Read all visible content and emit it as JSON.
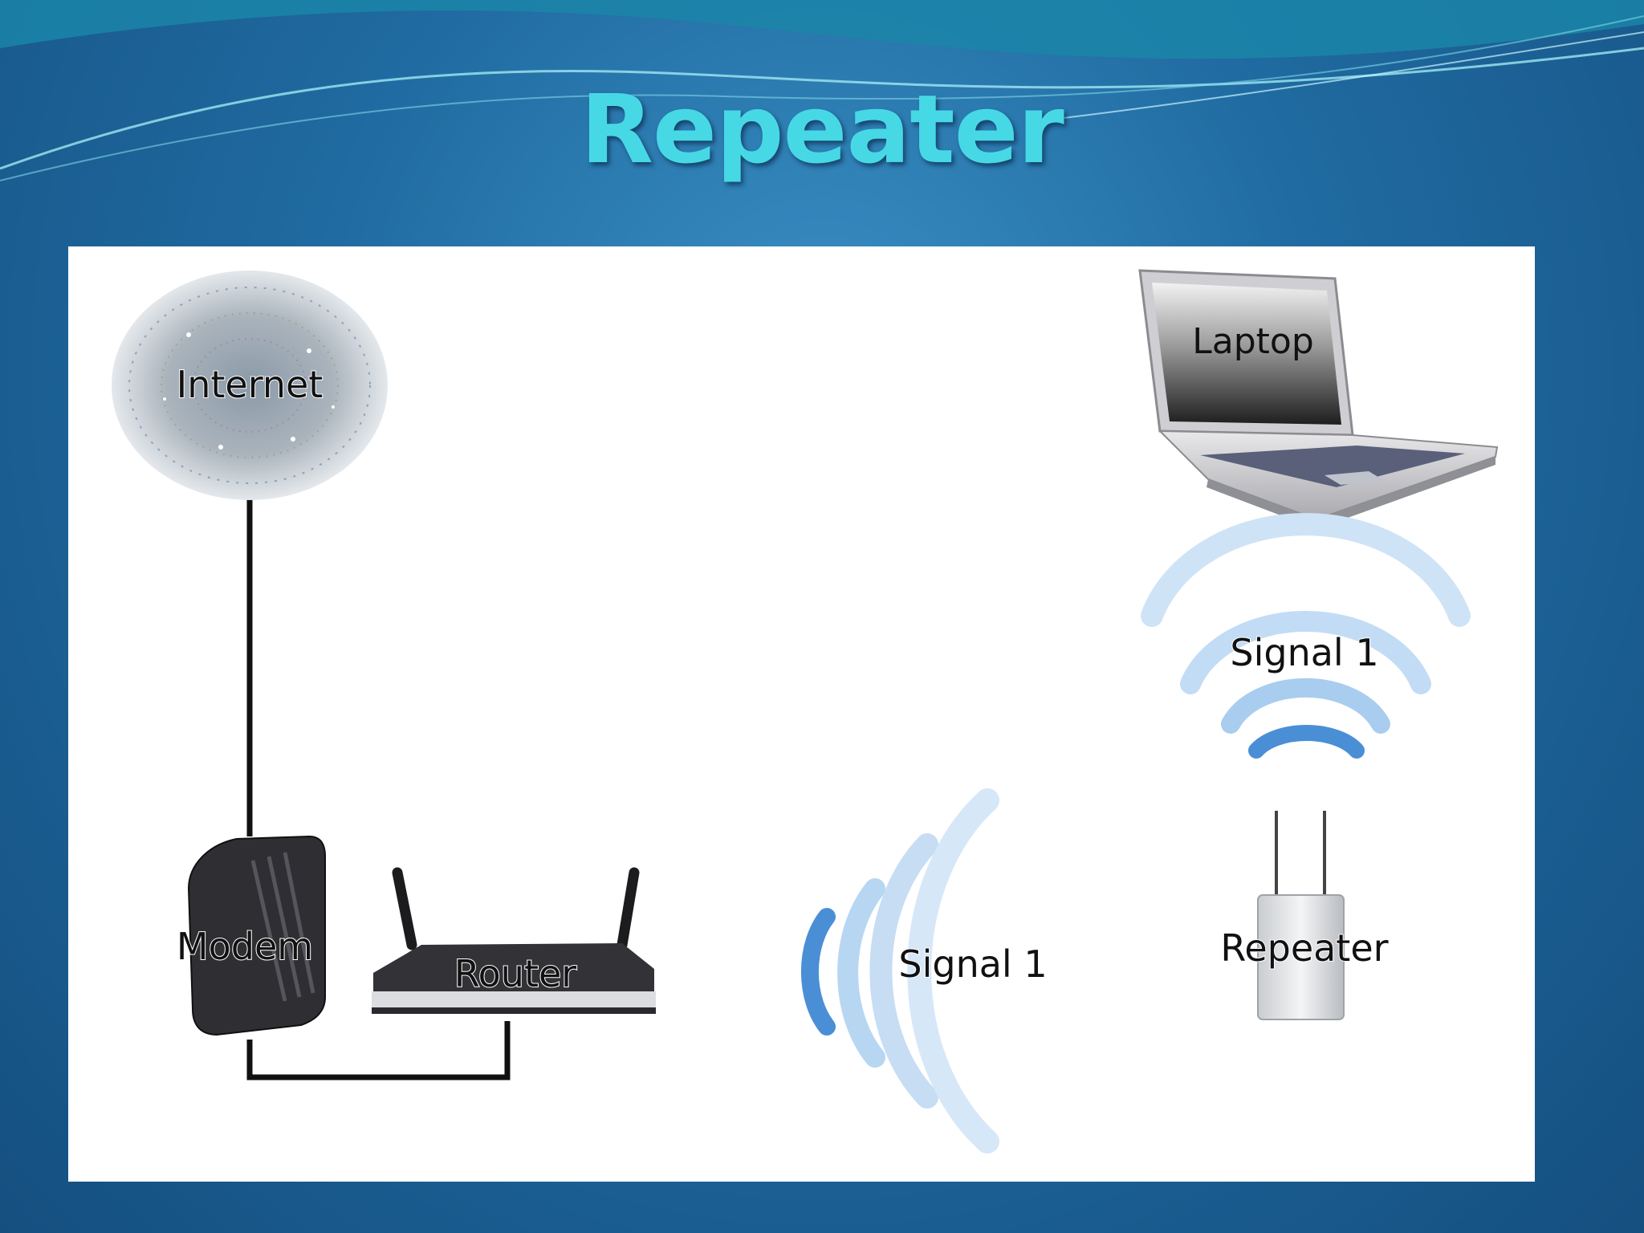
{
  "slide": {
    "title": "Repeater"
  },
  "diagram": {
    "nodes": {
      "internet": "Internet",
      "laptop": "Laptop",
      "modem": "Modem",
      "router": "Router",
      "repeater": "Repeater"
    },
    "signals": {
      "router_signal": "Signal 1",
      "repeater_signal": "Signal 1"
    }
  }
}
